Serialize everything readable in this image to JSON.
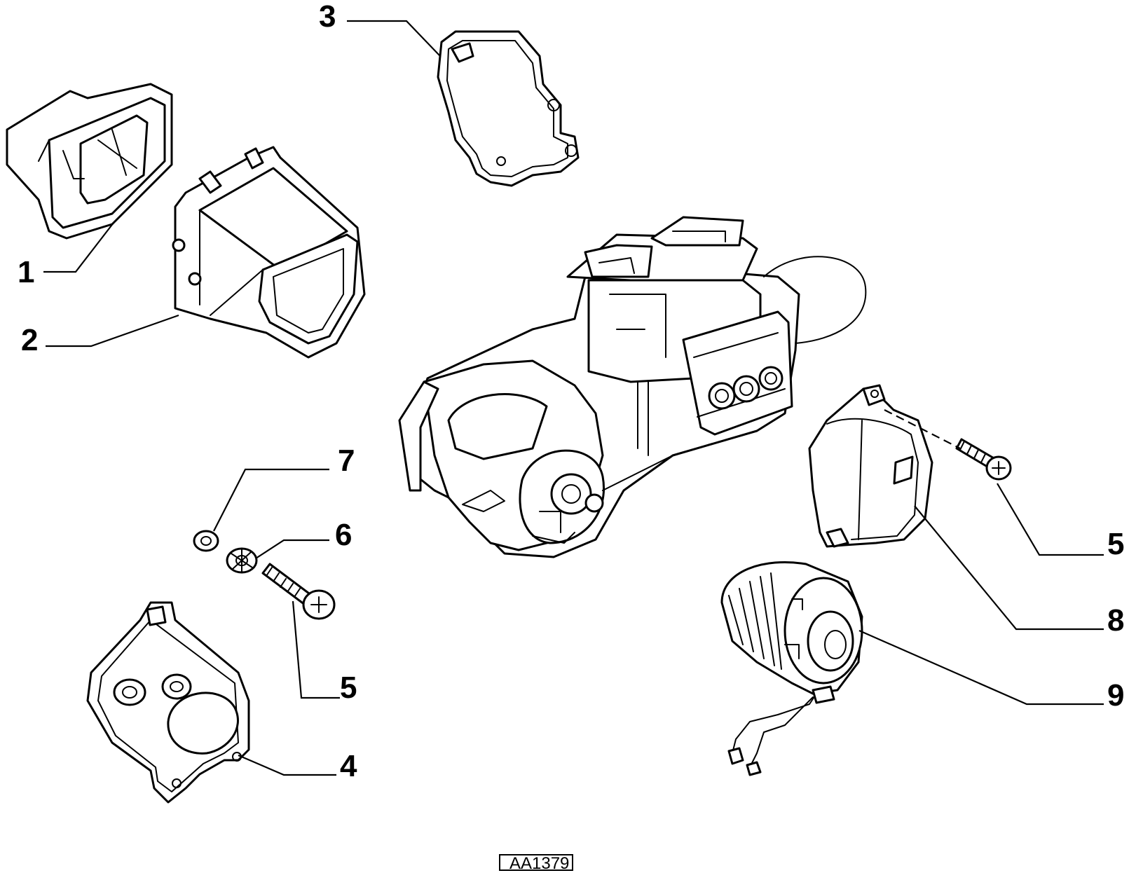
{
  "callouts": [
    {
      "id": "c1",
      "label": "1"
    },
    {
      "id": "c2",
      "label": "2"
    },
    {
      "id": "c3",
      "label": "3"
    },
    {
      "id": "c4",
      "label": "4"
    },
    {
      "id": "c5a",
      "label": "5"
    },
    {
      "id": "c5b",
      "label": "5"
    },
    {
      "id": "c6",
      "label": "6"
    },
    {
      "id": "c7",
      "label": "7"
    },
    {
      "id": "c8",
      "label": "8"
    },
    {
      "id": "c9",
      "label": "9"
    }
  ],
  "reference_code": "AA1379"
}
